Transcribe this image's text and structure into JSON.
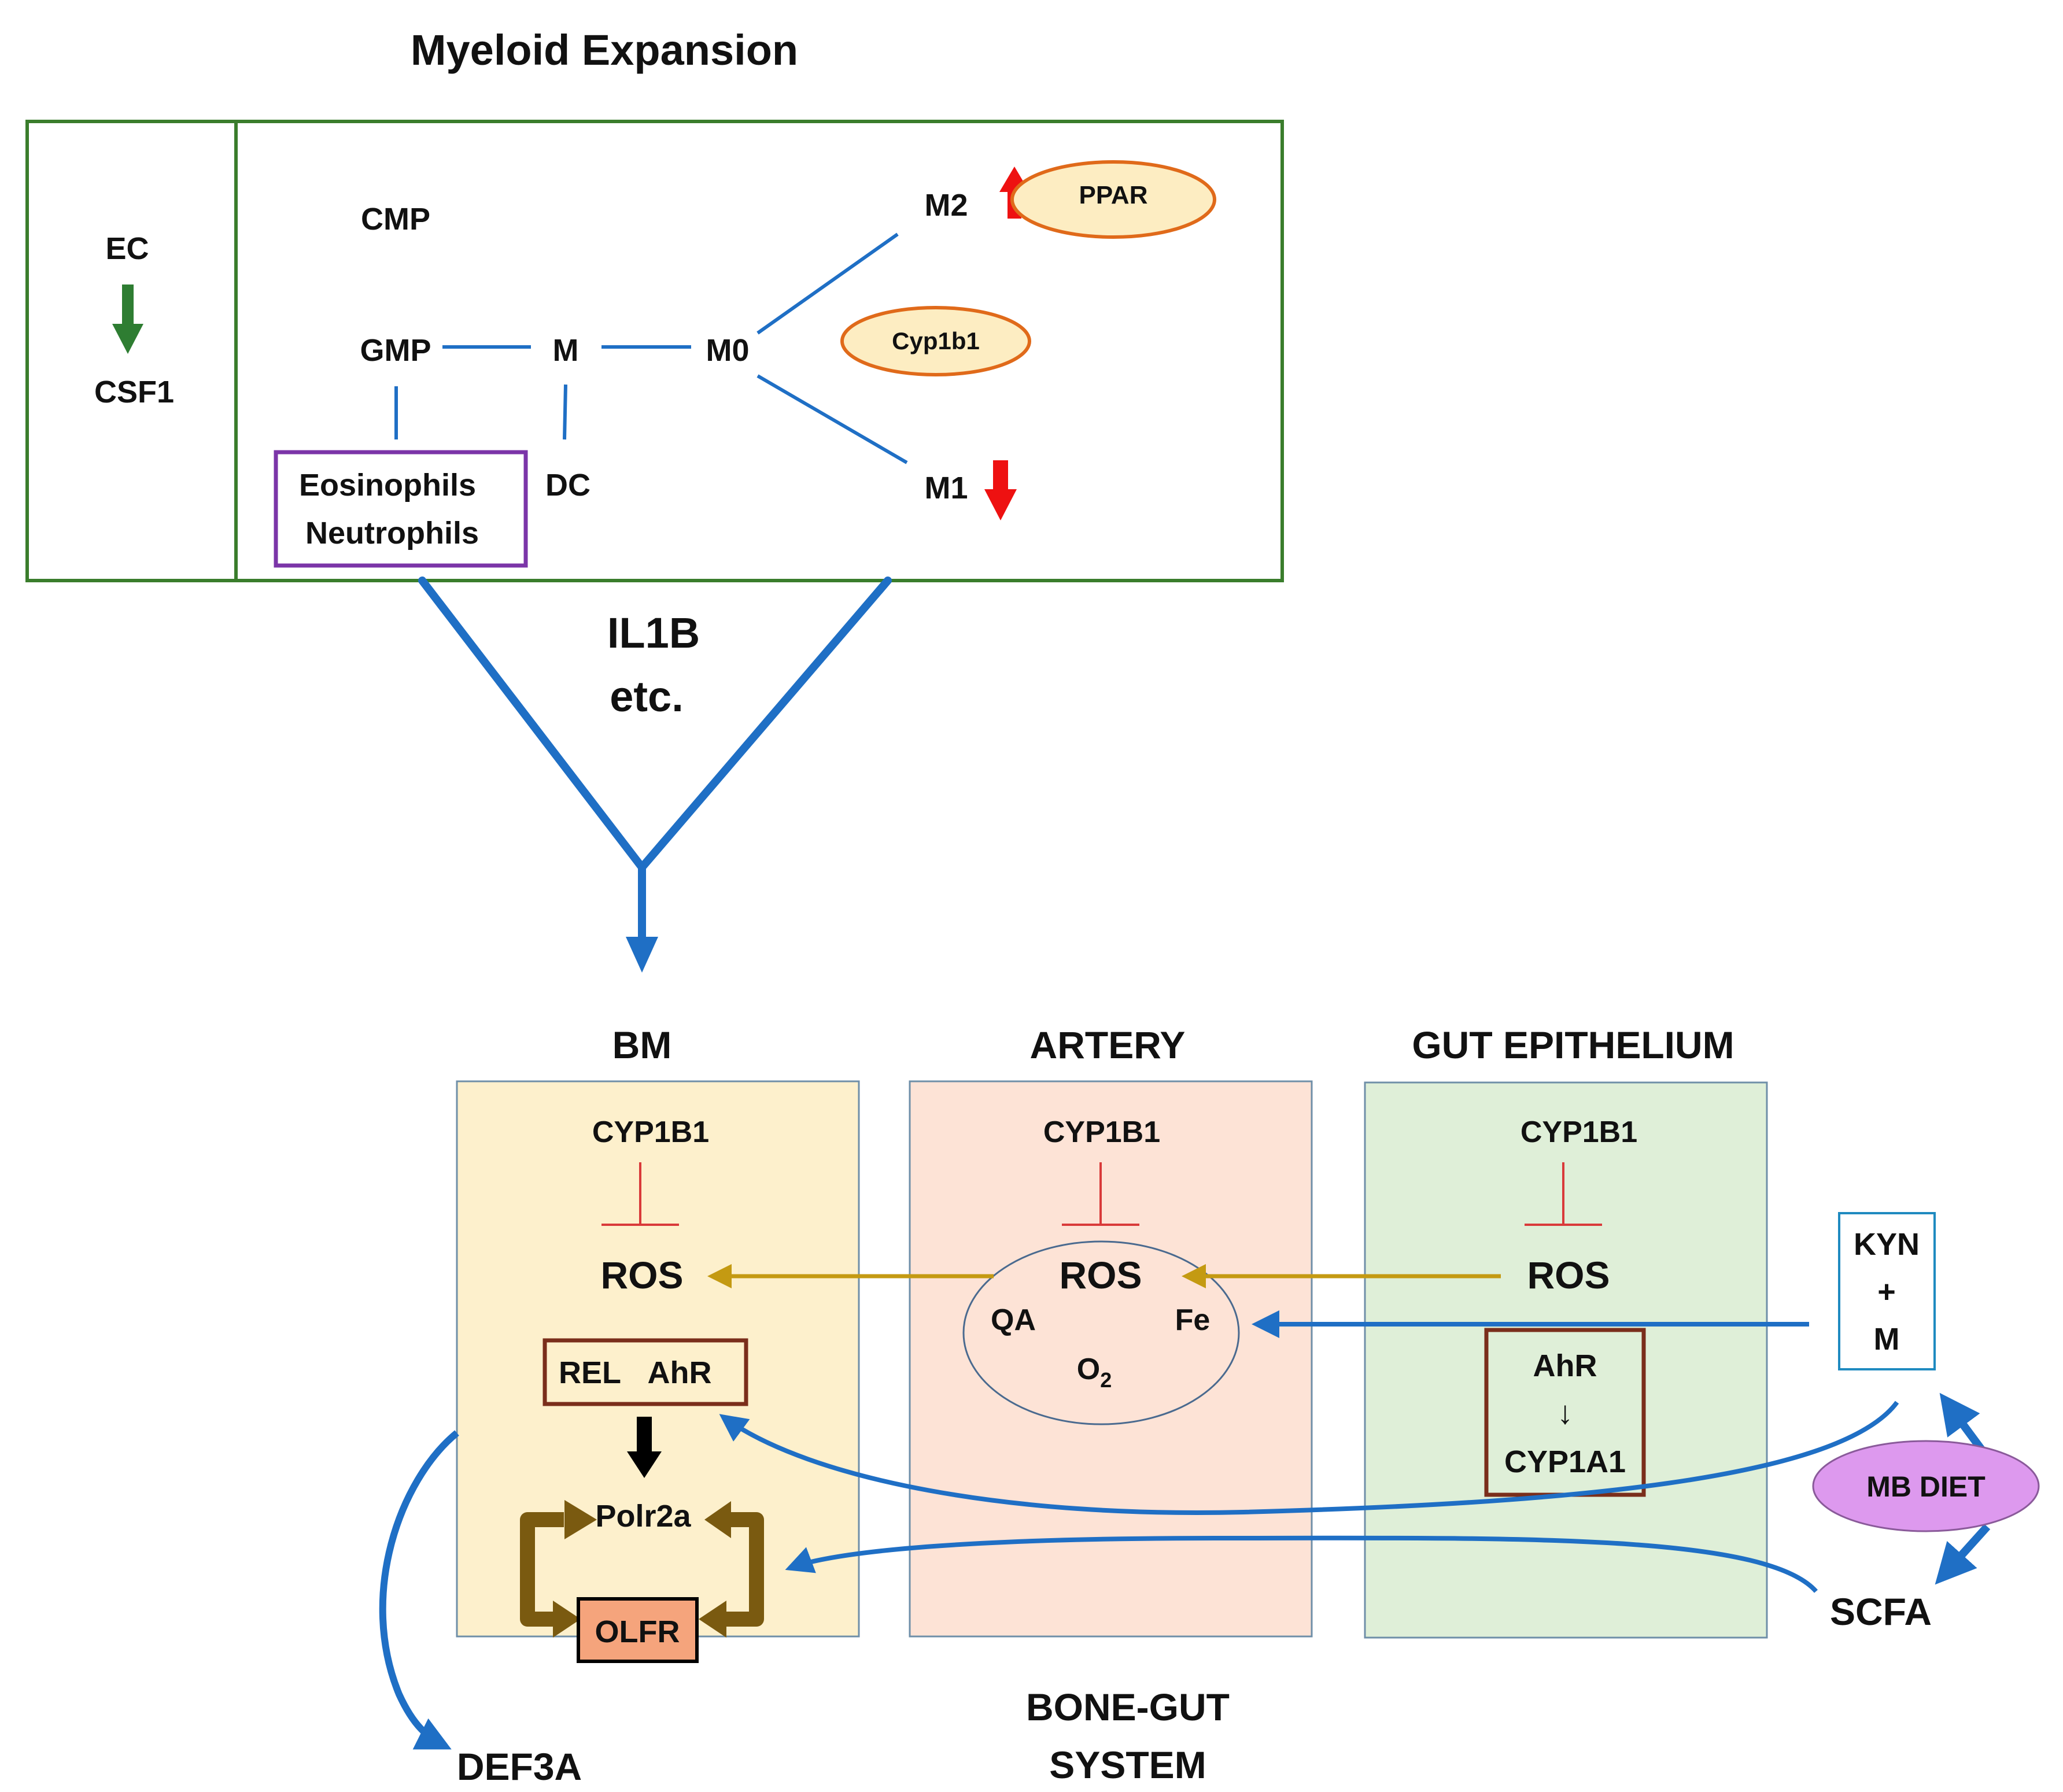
{
  "myeloid": {
    "title": "Myeloid Expansion",
    "left_panel": {
      "top": "EC",
      "bottom": "CSF1"
    },
    "nodes": {
      "cmp": "CMP",
      "gmp": "GMP",
      "m": "M",
      "m0": "M0",
      "m2": "M2",
      "m1": "M1",
      "dc": "DC",
      "eosinophils": "Eosinophils",
      "neutrophils": "Neutrophils",
      "ppar": "PPAR",
      "cyp1b1": "Cyp1b1"
    }
  },
  "funnel_label": {
    "line1": "IL1B",
    "line2": "etc."
  },
  "compartments": {
    "bm": {
      "title": "BM",
      "cyp": "CYP1B1",
      "ros": "ROS",
      "rel": "REL",
      "ahr": "AhR",
      "polr2a": "Polr2a",
      "olfr": "OLFR"
    },
    "artery": {
      "title": "ARTERY",
      "cyp": "CYP1B1",
      "ros": "ROS",
      "qa": "QA",
      "fe": "Fe",
      "o2_main": "O",
      "o2_sub": "2"
    },
    "gut": {
      "title": "GUT EPITHELIUM",
      "cyp": "CYP1B1",
      "ros": "ROS",
      "ahr": "AhR",
      "arrow": "↓",
      "cyp1a1": "CYP1A1"
    }
  },
  "right_side": {
    "kyn": "KYN",
    "plus": "+",
    "m": "M",
    "mb_diet": "MB DIET",
    "scfa": "SCFA"
  },
  "def3a": "DEF3A",
  "system_label": {
    "line1": "BONE-GUT",
    "line2": "SYSTEM"
  },
  "colors": {
    "green_border": "#3a7d2c",
    "green_arrow": "#2e7d32",
    "blue": "#1f6fc5",
    "red_arrow": "#ee1111",
    "purple": "#7b35a8",
    "orange_ellipse": "#e06a1a",
    "ellipse_fill": "#fdedc2",
    "bm_fill": "#fdf0cc",
    "artery_fill": "#fde3d6",
    "gut_fill": "#dfefd8",
    "inhibit_red": "#d93a3a",
    "gold_arrow": "#c49a12",
    "brown_box": "#7a2e1b",
    "brown_cycle": "#7a5a10",
    "olfr_fill": "#f5a47c",
    "mb_diet_fill": "#dd99ee"
  }
}
